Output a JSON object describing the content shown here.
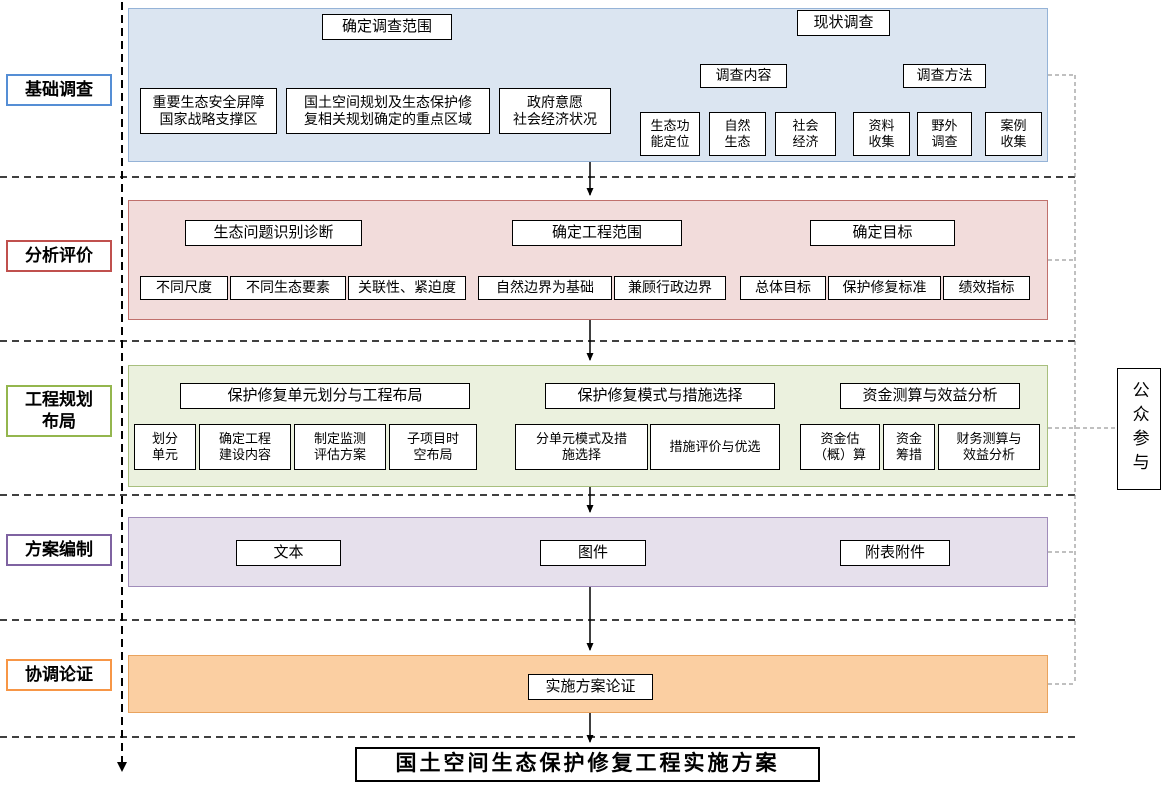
{
  "stages": [
    {
      "label": "基础调查"
    },
    {
      "label": "分析评价"
    },
    {
      "label": "工程规划\n布局"
    },
    {
      "label": "方案编制"
    },
    {
      "label": "协调论证"
    }
  ],
  "side": {
    "public_participation": "公众参与"
  },
  "survey": {
    "scope_title": "确定调查范围",
    "scope_items": [
      "重要生态安全屏障\n国家战略支撑区",
      "国土空间规划及生态保护修\n复相关规划确定的重点区域",
      "政府意愿\n社会经济状况"
    ],
    "status_title": "现状调查",
    "content_title": "调查内容",
    "content_items": [
      "生态功\n能定位",
      "自然\n生态",
      "社会\n经济"
    ],
    "method_title": "调查方法",
    "method_items": [
      "资料\n收集",
      "野外\n调查",
      "案例\n收集"
    ]
  },
  "analysis": {
    "diagnosis_title": "生态问题识别诊断",
    "diagnosis_items": [
      "不同尺度",
      "不同生态要素",
      "关联性、紧迫度"
    ],
    "scope_title": "确定工程范围",
    "scope_items": [
      "自然边界为基础",
      "兼顾行政边界"
    ],
    "goal_title": "确定目标",
    "goal_items": [
      "总体目标",
      "保护修复标准",
      "绩效指标"
    ]
  },
  "planning": {
    "unit_title": "保护修复单元划分与工程布局",
    "unit_items": [
      "划分\n单元",
      "确定工程\n建设内容",
      "制定监测\n评估方案",
      "子项目时\n空布局"
    ],
    "mode_title": "保护修复模式与措施选择",
    "mode_items": [
      "分单元模式及措\n施选择",
      "措施评价与优选"
    ],
    "fund_title": "资金测算与效益分析",
    "fund_items": [
      "资金估\n（概）算",
      "资金\n筹措",
      "财务测算与\n效益分析"
    ]
  },
  "compilation": {
    "items": [
      "文本",
      "图件",
      "附表附件"
    ]
  },
  "coordination": {
    "review_title": "实施方案论证"
  },
  "final": {
    "title": "国土空间生态保护修复工程实施方案"
  },
  "colors": {
    "survey_accent": "#558ed5",
    "analysis_accent": "#c0504d",
    "planning_accent": "#94b64e",
    "compilation_accent": "#7f63a1",
    "coordination_accent": "#f79646"
  }
}
